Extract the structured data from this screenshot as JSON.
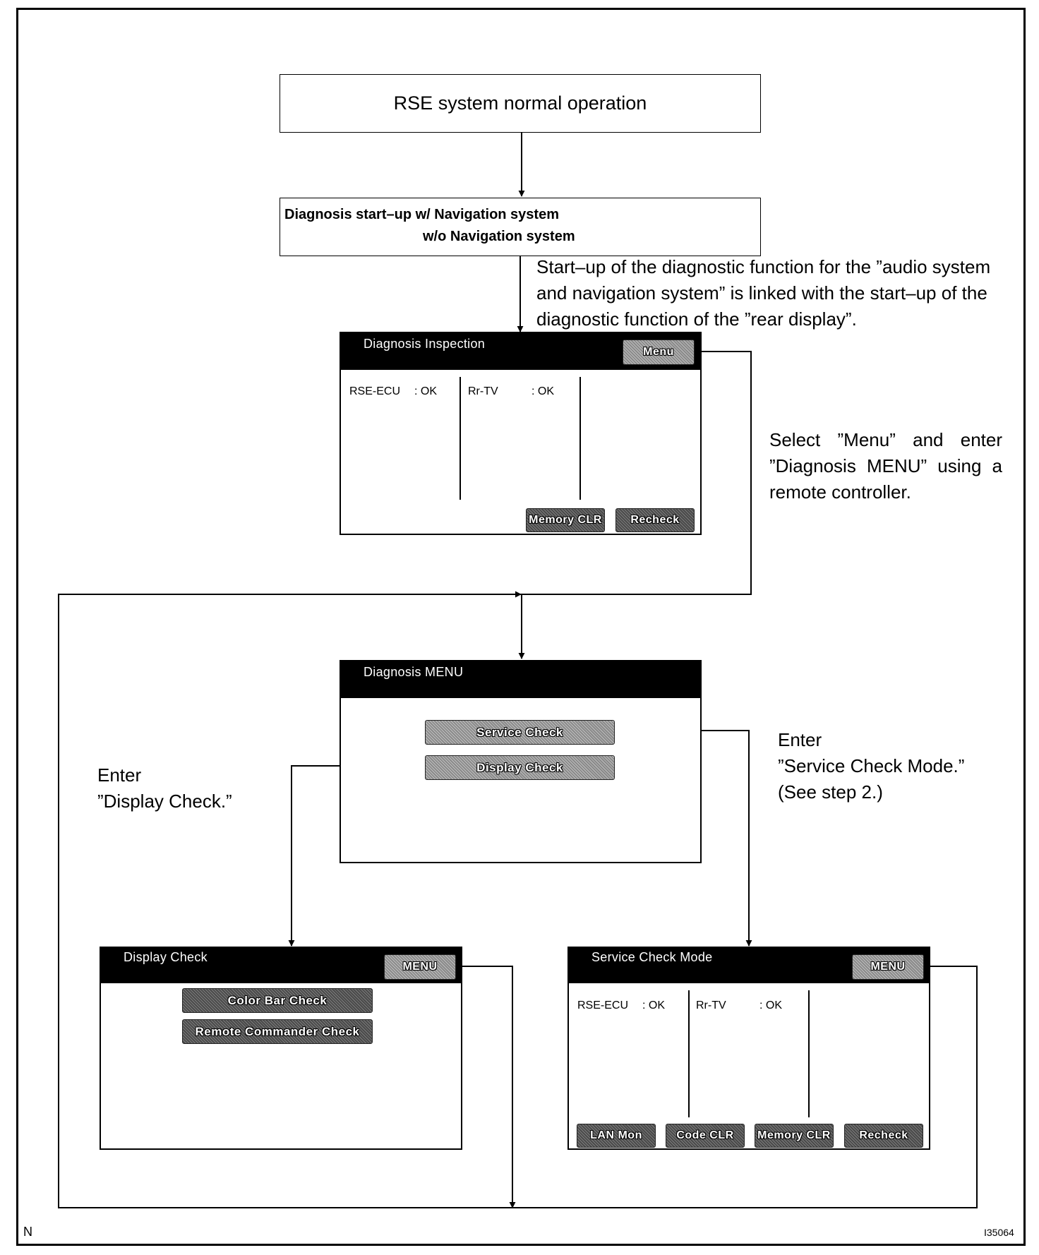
{
  "start_box": {
    "label": "RSE system normal operation"
  },
  "startup_box": {
    "line1": "Diagnosis start–up w/ Navigation system",
    "line2": "w/o Navigation system"
  },
  "note_startup": "Start–up of the diagnostic function for the ”audio system and navigation system” is linked with the start–up of the diagnostic function of the ”rear display”.",
  "note_menu": "Select ”Menu” and enter ”Diagnosis MENU” using a remote controller.",
  "note_display": {
    "line1": "Enter",
    "line2": "”Display Check.”"
  },
  "note_service": {
    "line1": "Enter",
    "line2": "”Service Check Mode.”",
    "line3": "(See step 2.)"
  },
  "inspection_screen": {
    "title": "Diagnosis  Inspection",
    "menu_button": "Menu",
    "rse_label": "RSE-ECU",
    "rse_value": ": OK",
    "rrtv_label": "Rr-TV",
    "rrtv_value": ": OK",
    "memory_clr_button": "Memory CLR",
    "recheck_button": "Recheck"
  },
  "diag_menu_screen": {
    "title": "Diagnosis MENU",
    "service_check_button": "Service  Check",
    "display_check_button": "Display  Check"
  },
  "display_check_screen": {
    "title": "Display Check",
    "menu_button": "MENU",
    "color_bar_button": "Color  Bar  Check",
    "remote_commander_button": "Remote Commander  Check"
  },
  "service_check_screen": {
    "title": "Service  Check  Mode",
    "menu_button": "MENU",
    "rse_label": "RSE-ECU",
    "rse_value": ": OK",
    "rrtv_label": "Rr-TV",
    "rrtv_value": ": OK",
    "lan_mon_button": "LAN Mon",
    "code_clr_button": "Code CLR",
    "memory_clr_button": "Memory CLR",
    "recheck_button": "Recheck"
  },
  "footer": {
    "left_mark": "N",
    "figure_id": "I35064"
  }
}
